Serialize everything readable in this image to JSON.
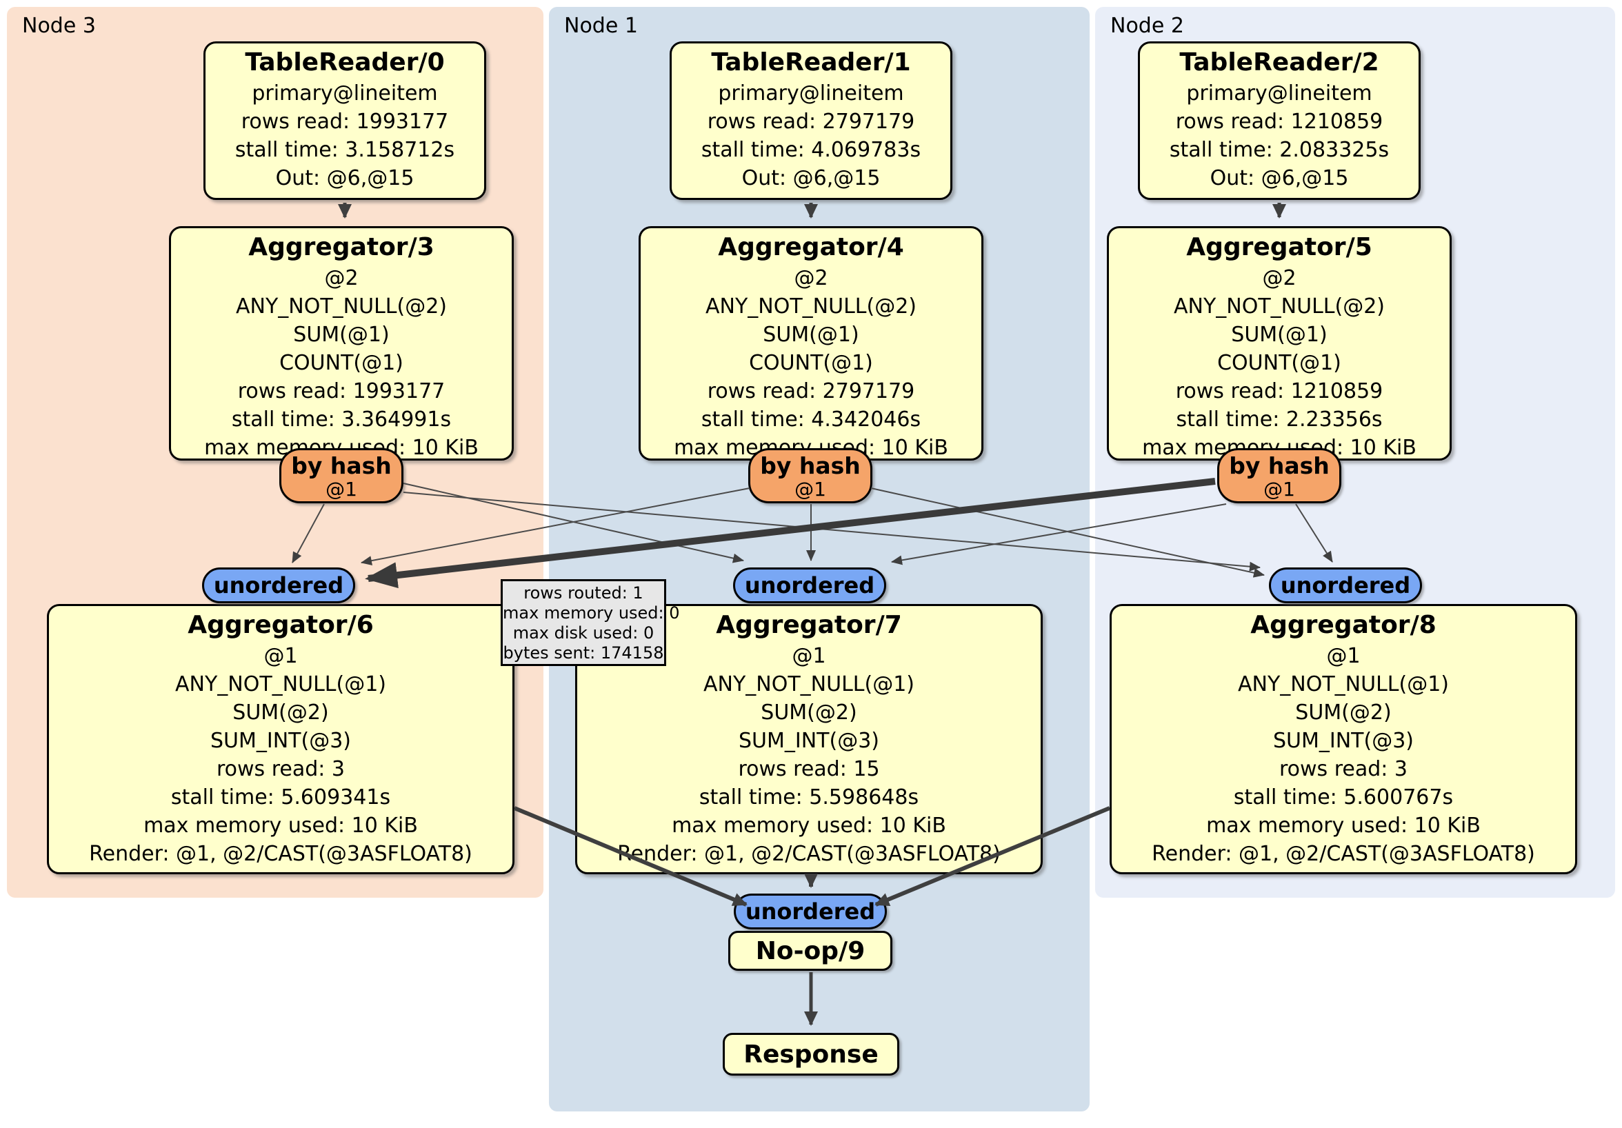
{
  "colors": {
    "panel_node3": "#fbe1cf",
    "panel_node1": "#d2dfeb",
    "panel_node2": "#e9eef8",
    "processor_box_fill": "#ffffcc",
    "hash_router_fill": "#f5a469",
    "unordered_stream_fill": "#79a7f4",
    "edge": "#3f3f3f"
  },
  "panels": {
    "node3": {
      "label": "Node 3"
    },
    "node1": {
      "label": "Node 1"
    },
    "node2": {
      "label": "Node 2"
    }
  },
  "processors": {
    "tr0": {
      "title": "TableReader/0",
      "lines": [
        "primary@lineitem",
        "rows read: 1993177",
        "stall time: 3.158712s",
        "Out: @6,@15"
      ]
    },
    "tr1": {
      "title": "TableReader/1",
      "lines": [
        "primary@lineitem",
        "rows read: 2797179",
        "stall time: 4.069783s",
        "Out: @6,@15"
      ]
    },
    "tr2": {
      "title": "TableReader/2",
      "lines": [
        "primary@lineitem",
        "rows read: 1210859",
        "stall time: 2.083325s",
        "Out: @6,@15"
      ]
    },
    "agg3": {
      "title": "Aggregator/3",
      "lines": [
        "@2",
        "ANY_NOT_NULL(@2)",
        "SUM(@1)",
        "COUNT(@1)",
        "rows read: 1993177",
        "stall time: 3.364991s",
        "max memory used: 10 KiB"
      ]
    },
    "agg4": {
      "title": "Aggregator/4",
      "lines": [
        "@2",
        "ANY_NOT_NULL(@2)",
        "SUM(@1)",
        "COUNT(@1)",
        "rows read: 2797179",
        "stall time: 4.342046s",
        "max memory used: 10 KiB"
      ]
    },
    "agg5": {
      "title": "Aggregator/5",
      "lines": [
        "@2",
        "ANY_NOT_NULL(@2)",
        "SUM(@1)",
        "COUNT(@1)",
        "rows read: 1210859",
        "stall time: 2.23356s",
        "max memory used: 10 KiB"
      ]
    },
    "agg6": {
      "title": "Aggregator/6",
      "lines": [
        "@1",
        "ANY_NOT_NULL(@1)",
        "SUM(@2)",
        "SUM_INT(@3)",
        "rows read: 3",
        "stall time: 5.609341s",
        "max memory used: 10 KiB",
        "Render: @1, @2/CAST(@3ASFLOAT8)"
      ]
    },
    "agg7": {
      "title": "Aggregator/7",
      "lines": [
        "@1",
        "ANY_NOT_NULL(@1)",
        "SUM(@2)",
        "SUM_INT(@3)",
        "rows read: 15",
        "stall time: 5.598648s",
        "max memory used: 10 KiB",
        "Render: @1, @2/CAST(@3ASFLOAT8)"
      ]
    },
    "agg8": {
      "title": "Aggregator/8",
      "lines": [
        "@1",
        "ANY_NOT_NULL(@1)",
        "SUM(@2)",
        "SUM_INT(@3)",
        "rows read: 3",
        "stall time: 5.600767s",
        "max memory used: 10 KiB",
        "Render: @1, @2/CAST(@3ASFLOAT8)"
      ]
    },
    "noop": {
      "title": "No-op/9"
    },
    "response": {
      "title": "Response"
    }
  },
  "routers": {
    "hash3": {
      "label": "by hash",
      "sub": "@1"
    },
    "hash1": {
      "label": "by hash",
      "sub": "@1"
    },
    "hash2": {
      "label": "by hash",
      "sub": "@1"
    },
    "unordered3": {
      "label": "unordered"
    },
    "unordered1": {
      "label": "unordered"
    },
    "unordered2": {
      "label": "unordered"
    },
    "unordered_final": {
      "label": "unordered"
    }
  },
  "tooltip": {
    "lines": [
      "rows routed: 1",
      "max memory used: 0",
      "max disk used: 0",
      "bytes sent: 174158"
    ]
  }
}
